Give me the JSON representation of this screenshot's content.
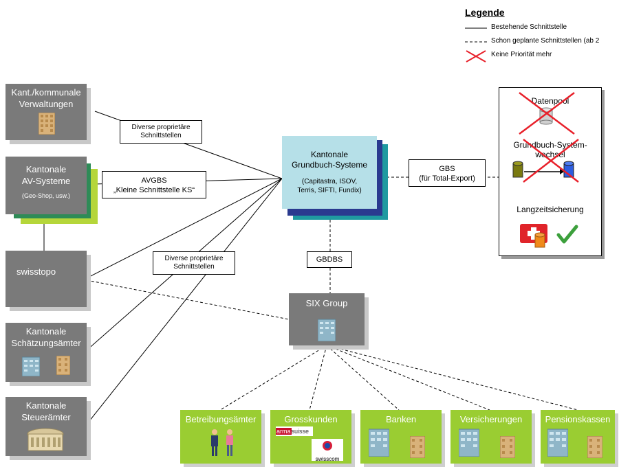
{
  "legend": {
    "title": "Legende",
    "existing": "Bestehende Schnittstelle",
    "planned": "Schon geplante Schnittstellen (ab 2",
    "no_priority": "Keine Priorität mehr"
  },
  "boxes": {
    "kant_verw": "Kant./kommunale\nVerwaltungen",
    "kant_av_title": "Kantonale\nAV-Systeme",
    "kant_av_sub": "(Geo-Shop, usw.)",
    "swisstopo": "swisstopo",
    "schaetzung": "Kantonale\nSchätzungsämter",
    "steuer": "Kantonale\nSteuerämter",
    "grundbuch_title": "Kantonale\nGrundbuch-Systeme",
    "grundbuch_sub": "(Capitastra, ISOV,\nTerris, SIFTI, Fundix)",
    "six": "SIX Group"
  },
  "labels": {
    "diverse1": "Diverse proprietäre\nSchnittstellen",
    "avgbs": "AVGBS\n„Kleine Schnittstelle KS“",
    "diverse2": "Diverse proprietäre\nSchnittstellen",
    "gbs": "GBS\n(für Total-Export)",
    "gbdbs": "GBDBS"
  },
  "right_panel": {
    "datenpool": "Datenpool",
    "wechsel": "Grundbuch-System-\nwechsel",
    "langzeit": "Langzeitsicherung"
  },
  "bottom": {
    "betreibung": "Betreibungsämter",
    "grosskunden": "Grosskunden",
    "banken": "Banken",
    "versicherungen": "Versicherungen",
    "pensionskassen": "Pensionskassen",
    "armasuisse_a": "arma",
    "armasuisse_b": "suisse",
    "swisscom": "swisscom"
  },
  "colors": {
    "gray": "#7a7a7a",
    "green": "#9acd32",
    "grundbuch": "#b6e0e8",
    "red": "#e8202a"
  }
}
